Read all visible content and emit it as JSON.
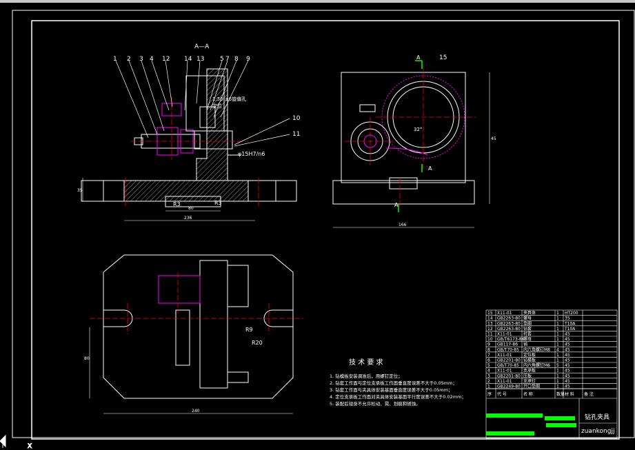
{
  "drawing": {
    "section_label": "A—A",
    "view_marker": "A",
    "part_callouts": [
      "1",
      "2",
      "3",
      "4",
      "12",
      "14",
      "13",
      "5",
      "7",
      "8",
      "9",
      "10",
      "11",
      "15"
    ],
    "fit_note": "φ15H7/n6",
    "surface_note": "1:50 ±6旋偏孔",
    "surface_note_2": "定位",
    "radius_labels": [
      "R3",
      "R3",
      "R9",
      "R20"
    ],
    "angle_label": "32°",
    "dim_left_height": "35",
    "dim_base_inner": "80",
    "dim_base_width": "236",
    "dim_right_height": "45",
    "dim_side_width": "166",
    "dim_plan_height": "80",
    "dim_plan_width": "240"
  },
  "tech_requirements": {
    "title": "技 术 要 求",
    "items": [
      "1. 钻模板安装调准后，用螺钉定位；",
      "2. 钻套工作面与定位支承板工作面垂直度误差不大于0.05mm；",
      "3. 钻套工作面与夹具体安装基面垂直度误差不大于0.05mm；",
      "4. 定位支承板工作面对夹具体安装基面平行度误差不大于0.02mm；",
      "5. 装配后钳身不允许松动、晃、划痕和锈蚀。"
    ]
  },
  "bom": {
    "rows": [
      {
        "no": "15",
        "code": "X11-01",
        "name": "夹具体",
        "qty": "1",
        "mat": "HT200"
      },
      {
        "no": "14",
        "code": "GB2263-80",
        "name": "螺母",
        "qty": "1",
        "mat": "35"
      },
      {
        "no": "13",
        "code": "GB2263-80",
        "name": "垫圈",
        "qty": "1",
        "mat": "T10A"
      },
      {
        "no": "12",
        "code": "GB2263-80",
        "name": "钻套",
        "qty": "1",
        "mat": "T10A"
      },
      {
        "no": "11",
        "code": "X11-01",
        "name": "衬套",
        "qty": "1",
        "mat": "45"
      },
      {
        "no": "10",
        "code": "GB/T6173-86",
        "name": "螺母",
        "qty": "1",
        "mat": "45"
      },
      {
        "no": "9",
        "code": "GB117-86",
        "name": "销",
        "qty": "1",
        "mat": "45"
      },
      {
        "no": "8",
        "code": "GB/T70-85",
        "name": "内六角螺钉M8",
        "qty": "4",
        "mat": "45"
      },
      {
        "no": "7",
        "code": "X11-01",
        "name": "定位板",
        "qty": "1",
        "mat": "45"
      },
      {
        "no": "6",
        "code": "GB2201-80",
        "name": "钻模板",
        "qty": "1",
        "mat": "45"
      },
      {
        "no": "5",
        "code": "GB/T70-85",
        "name": "内六角螺钉M6",
        "qty": "5",
        "mat": "45"
      },
      {
        "no": "4",
        "code": "X11-01",
        "name": "支承板",
        "qty": "1",
        "mat": "45"
      },
      {
        "no": "3",
        "code": "GB2201-80",
        "name": "压板",
        "qty": "1",
        "mat": "45"
      },
      {
        "no": "2",
        "code": "X11-01",
        "name": "支承钉",
        "qty": "1",
        "mat": "45"
      },
      {
        "no": "1",
        "code": "GB2249-80",
        "name": "开口垫圈",
        "qty": "1",
        "mat": "45"
      }
    ],
    "header": {
      "no": "序",
      "code": "代 号",
      "name": "名 称",
      "qty": "数量",
      "mat": "材 料",
      "note": "备 注"
    }
  },
  "title_block": {
    "drawing_name": "钻孔夹具",
    "code": "zuankongjj"
  },
  "colors": {
    "background": "#000000",
    "outline": "#ffffff",
    "center": "#ff0000",
    "highlight": "#ff00ff",
    "dim": "#ffffff",
    "green": "#00ff00"
  }
}
